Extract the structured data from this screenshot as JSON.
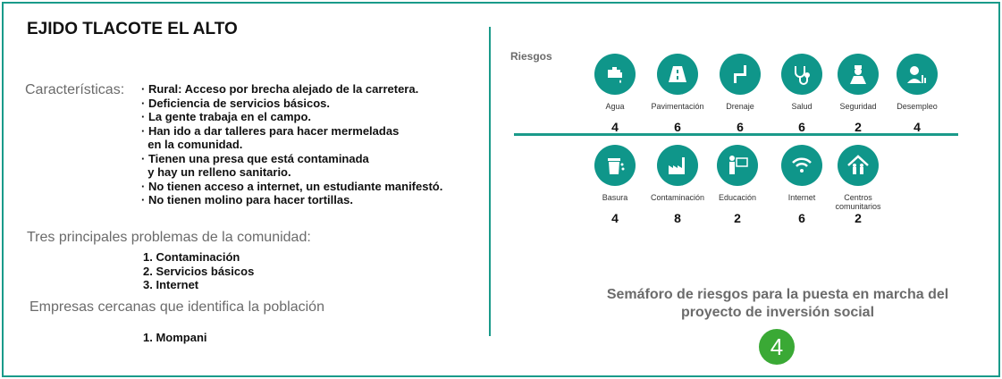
{
  "title": "EJIDO TLACOTE EL ALTO",
  "caracteristicas": {
    "label": "Características:",
    "items": [
      "· Rural: Acceso por brecha alejado de la carretera.",
      "· Deficiencia de servicios básicos.",
      "· La gente trabaja en el campo.",
      "· Han ido a dar talleres para hacer mermeladas\n  en la comunidad.",
      "· Tienen una presa que está contaminada\n  y hay un relleno sanitario.",
      "· No tienen acceso a internet, un estudiante manifestó.",
      "· No tienen molino para hacer tortillas."
    ]
  },
  "problemas": {
    "label": "Tres principales problemas de la comunidad:",
    "items": [
      "1. Contaminación",
      "2. Servicios básicos",
      "3. Internet"
    ]
  },
  "empresas": {
    "label": "Empresas cercanas que identifica la población",
    "items": [
      "1. Mompani"
    ]
  },
  "riesgos": {
    "label": "Riesgos",
    "row1": [
      {
        "name": "Agua",
        "value": "4",
        "icon": "faucet-icon"
      },
      {
        "name": "Pavimentación",
        "value": "6",
        "icon": "road-icon"
      },
      {
        "name": "Drenaje",
        "value": "6",
        "icon": "pipe-icon"
      },
      {
        "name": "Salud",
        "value": "6",
        "icon": "stethoscope-icon"
      },
      {
        "name": "Seguridad",
        "value": "2",
        "icon": "police-icon"
      },
      {
        "name": "Desempleo",
        "value": "4",
        "icon": "worker-chart-icon"
      }
    ],
    "row2": [
      {
        "name": "Basura",
        "value": "4",
        "icon": "trash-icon"
      },
      {
        "name": "Contaminación",
        "value": "8",
        "icon": "factory-icon"
      },
      {
        "name": "Educación",
        "value": "2",
        "icon": "teacher-icon"
      },
      {
        "name": "Internet",
        "value": "6",
        "icon": "wifi-icon"
      },
      {
        "name": "Centros comunitarios",
        "value": "2",
        "icon": "community-house-icon"
      }
    ]
  },
  "semaforo": {
    "text": "Semáforo de riesgos para la puesta en marcha del proyecto de inversión social",
    "value": "4",
    "color": "#3aa935"
  }
}
